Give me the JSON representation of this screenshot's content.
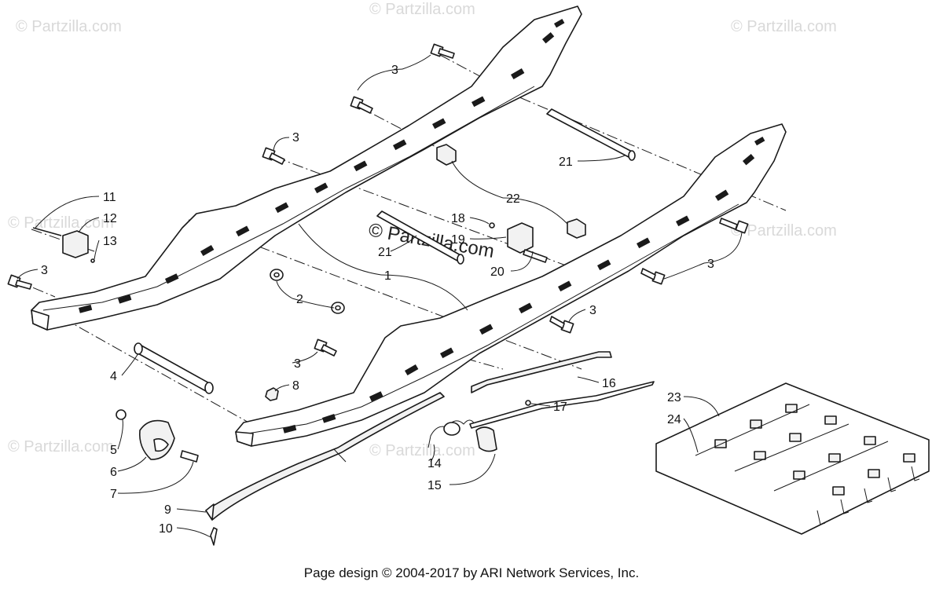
{
  "watermark": {
    "brand": "© Partzilla.com",
    "center": "© Partzilla.com"
  },
  "footer": {
    "text": "Page design © 2004-2017 by ARI Network Services, Inc."
  },
  "callouts": {
    "c1": "1",
    "c2": "2",
    "c3a": "3",
    "c3b": "3",
    "c3c": "3",
    "c3d": "3",
    "c3e": "3",
    "c3f": "3",
    "c4": "4",
    "c5": "5",
    "c6": "6",
    "c7": "7",
    "c8": "8",
    "c9": "9",
    "c10": "10",
    "c11": "11",
    "c12": "12",
    "c13": "13",
    "c14": "14",
    "c15": "15",
    "c16": "16",
    "c17": "17",
    "c18": "18",
    "c19": "19",
    "c20": "20",
    "c21a": "21",
    "c21b": "21",
    "c22": "22",
    "c23": "23",
    "c24": "24"
  }
}
